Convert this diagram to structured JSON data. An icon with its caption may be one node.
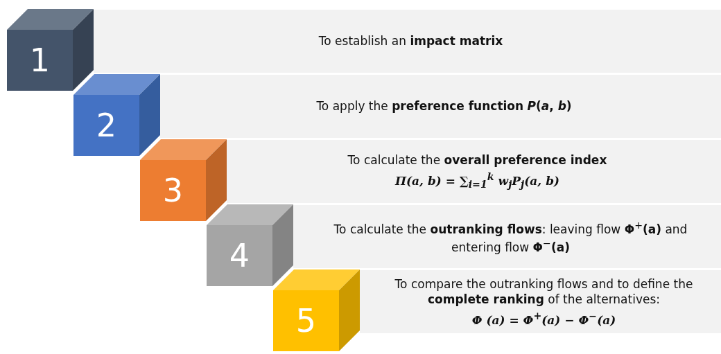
{
  "diagram": {
    "nodes": [
      {
        "text": [
          "1"
        ]
      },
      {
        "text": [
          "To establish an **impact matrix**"
        ]
      },
      {
        "text": [
          "2"
        ]
      },
      {
        "text": [
          "To apply the **preference function** ***P*(*a*, *b*)**"
        ]
      },
      {
        "text": [
          "3"
        ]
      },
      {
        "text": [
          "To calculate the **overall preference index**",
          "Π(a, b) = ∑$_{i=1}$$^{k}$ w$_{j}$P$_{j}$(a, b)"
        ]
      },
      {
        "text": [
          "4"
        ]
      },
      {
        "text": [
          "To calculate the **outranking flows**: leaving flow **Φ**$^{+}$**(a)** and entering flow **Φ**$^{−}$**(a)**"
        ]
      },
      {
        "text": [
          "5"
        ]
      },
      {
        "text": [
          "To compare the outranking flows and to define the **complete ranking** of the alternatives:",
          "Φ (a) =  Φ$^{+}$(a) − Φ$^{−}$(a)"
        ]
      }
    ],
    "edges": []
  }
}
